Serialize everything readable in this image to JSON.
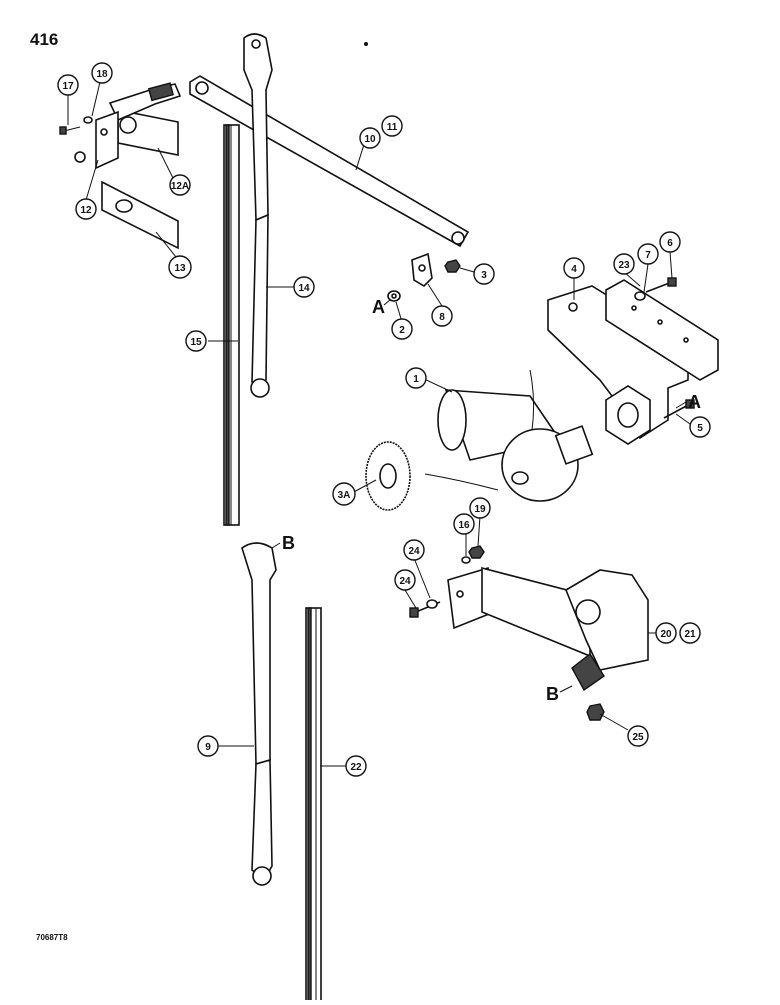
{
  "page_number": "416",
  "reference_code": "70687T8",
  "view_markers": [
    {
      "id": "A-left",
      "label": "A"
    },
    {
      "id": "A-right",
      "label": "A"
    },
    {
      "id": "B-upper",
      "label": "B"
    },
    {
      "id": "B-lower",
      "label": "B"
    }
  ],
  "callouts": [
    "1",
    "2",
    "3",
    "3A",
    "4",
    "5",
    "6",
    "7",
    "8",
    "9",
    "10",
    "11",
    "12",
    "12A",
    "13",
    "14",
    "15",
    "24",
    "16",
    "17",
    "18",
    "19",
    "20",
    "21",
    "22",
    "23",
    "24",
    "25"
  ]
}
